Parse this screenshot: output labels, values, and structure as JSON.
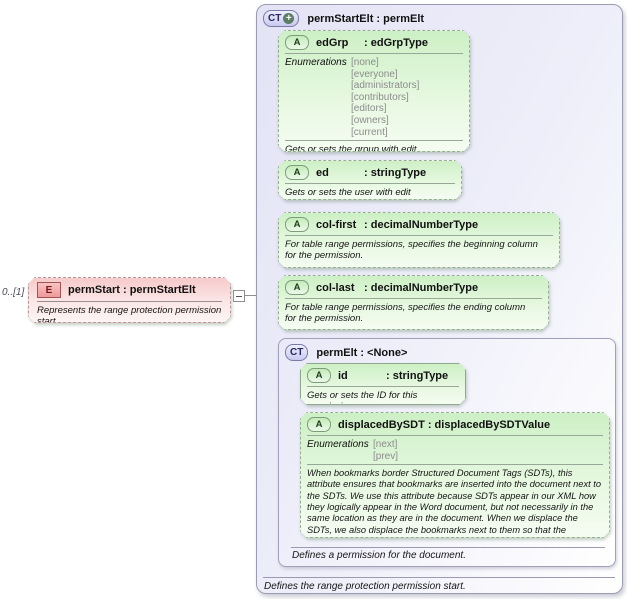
{
  "cardinality": "0..[1]",
  "colors": {
    "element_pink": "#f6caca",
    "attribute_green": "#cdf0c5",
    "container_lavender": "#e3e3f5",
    "badge_ct_fill": "#c9c9ef",
    "enum_gray": "#8c8c8c",
    "connector_gray": "#909090"
  },
  "elem": {
    "badge": "E",
    "name": "permStart",
    "type": "permStartElt",
    "description": "Represents the range protection permission start."
  },
  "ct": {
    "badge": "CT",
    "name": "permStartElt",
    "type": "permElt",
    "description": "Defines the range protection permission start.",
    "attributes": [
      {
        "badge": "A",
        "name": "edGrp",
        "type": "edGrpType",
        "enum_label": "Enumerations",
        "enums": [
          "[none]",
          "[everyone]",
          "[administrators]",
          "[contributors]",
          "[editors]",
          "[owners]",
          "[current]"
        ],
        "description": "Gets or sets the group with edit permissions"
      },
      {
        "badge": "A",
        "name": "ed",
        "type": "stringType",
        "description": "Gets or sets the user with edit permissions"
      },
      {
        "badge": "A",
        "name": "col-first",
        "type": "decimalNumberType",
        "description": "For table range permissions, specifies the beginning column for the permission."
      },
      {
        "badge": "A",
        "name": "col-last",
        "type": "decimalNumberType",
        "description": "For table range permissions, specifies the ending column for the permission."
      }
    ],
    "base": {
      "badge": "CT",
      "name": "permElt",
      "type": "<None>",
      "description": "Defines a permission for the document.",
      "attributes": [
        {
          "badge": "A",
          "name": "id",
          "type": "stringType",
          "description": "Gets or sets the ID for this permission."
        },
        {
          "badge": "A",
          "name": "displacedBySDT",
          "type": "displacedBySDTValue",
          "enum_label": "Enumerations",
          "enums": [
            "[next]",
            "[prev]"
          ],
          "description": "When bookmarks border Structured Document Tags (SDTs), this attribute ensures that bookmarks are inserted into the document next to the SDTs. We use this attribute because SDTs appear in our XML how they logically appear in the Word document, but not necessarily in the same location as they are in the document. When we displace the SDTs, we also displace the bookmarks next to them so that the intended result is in the XML file."
        }
      ]
    }
  }
}
